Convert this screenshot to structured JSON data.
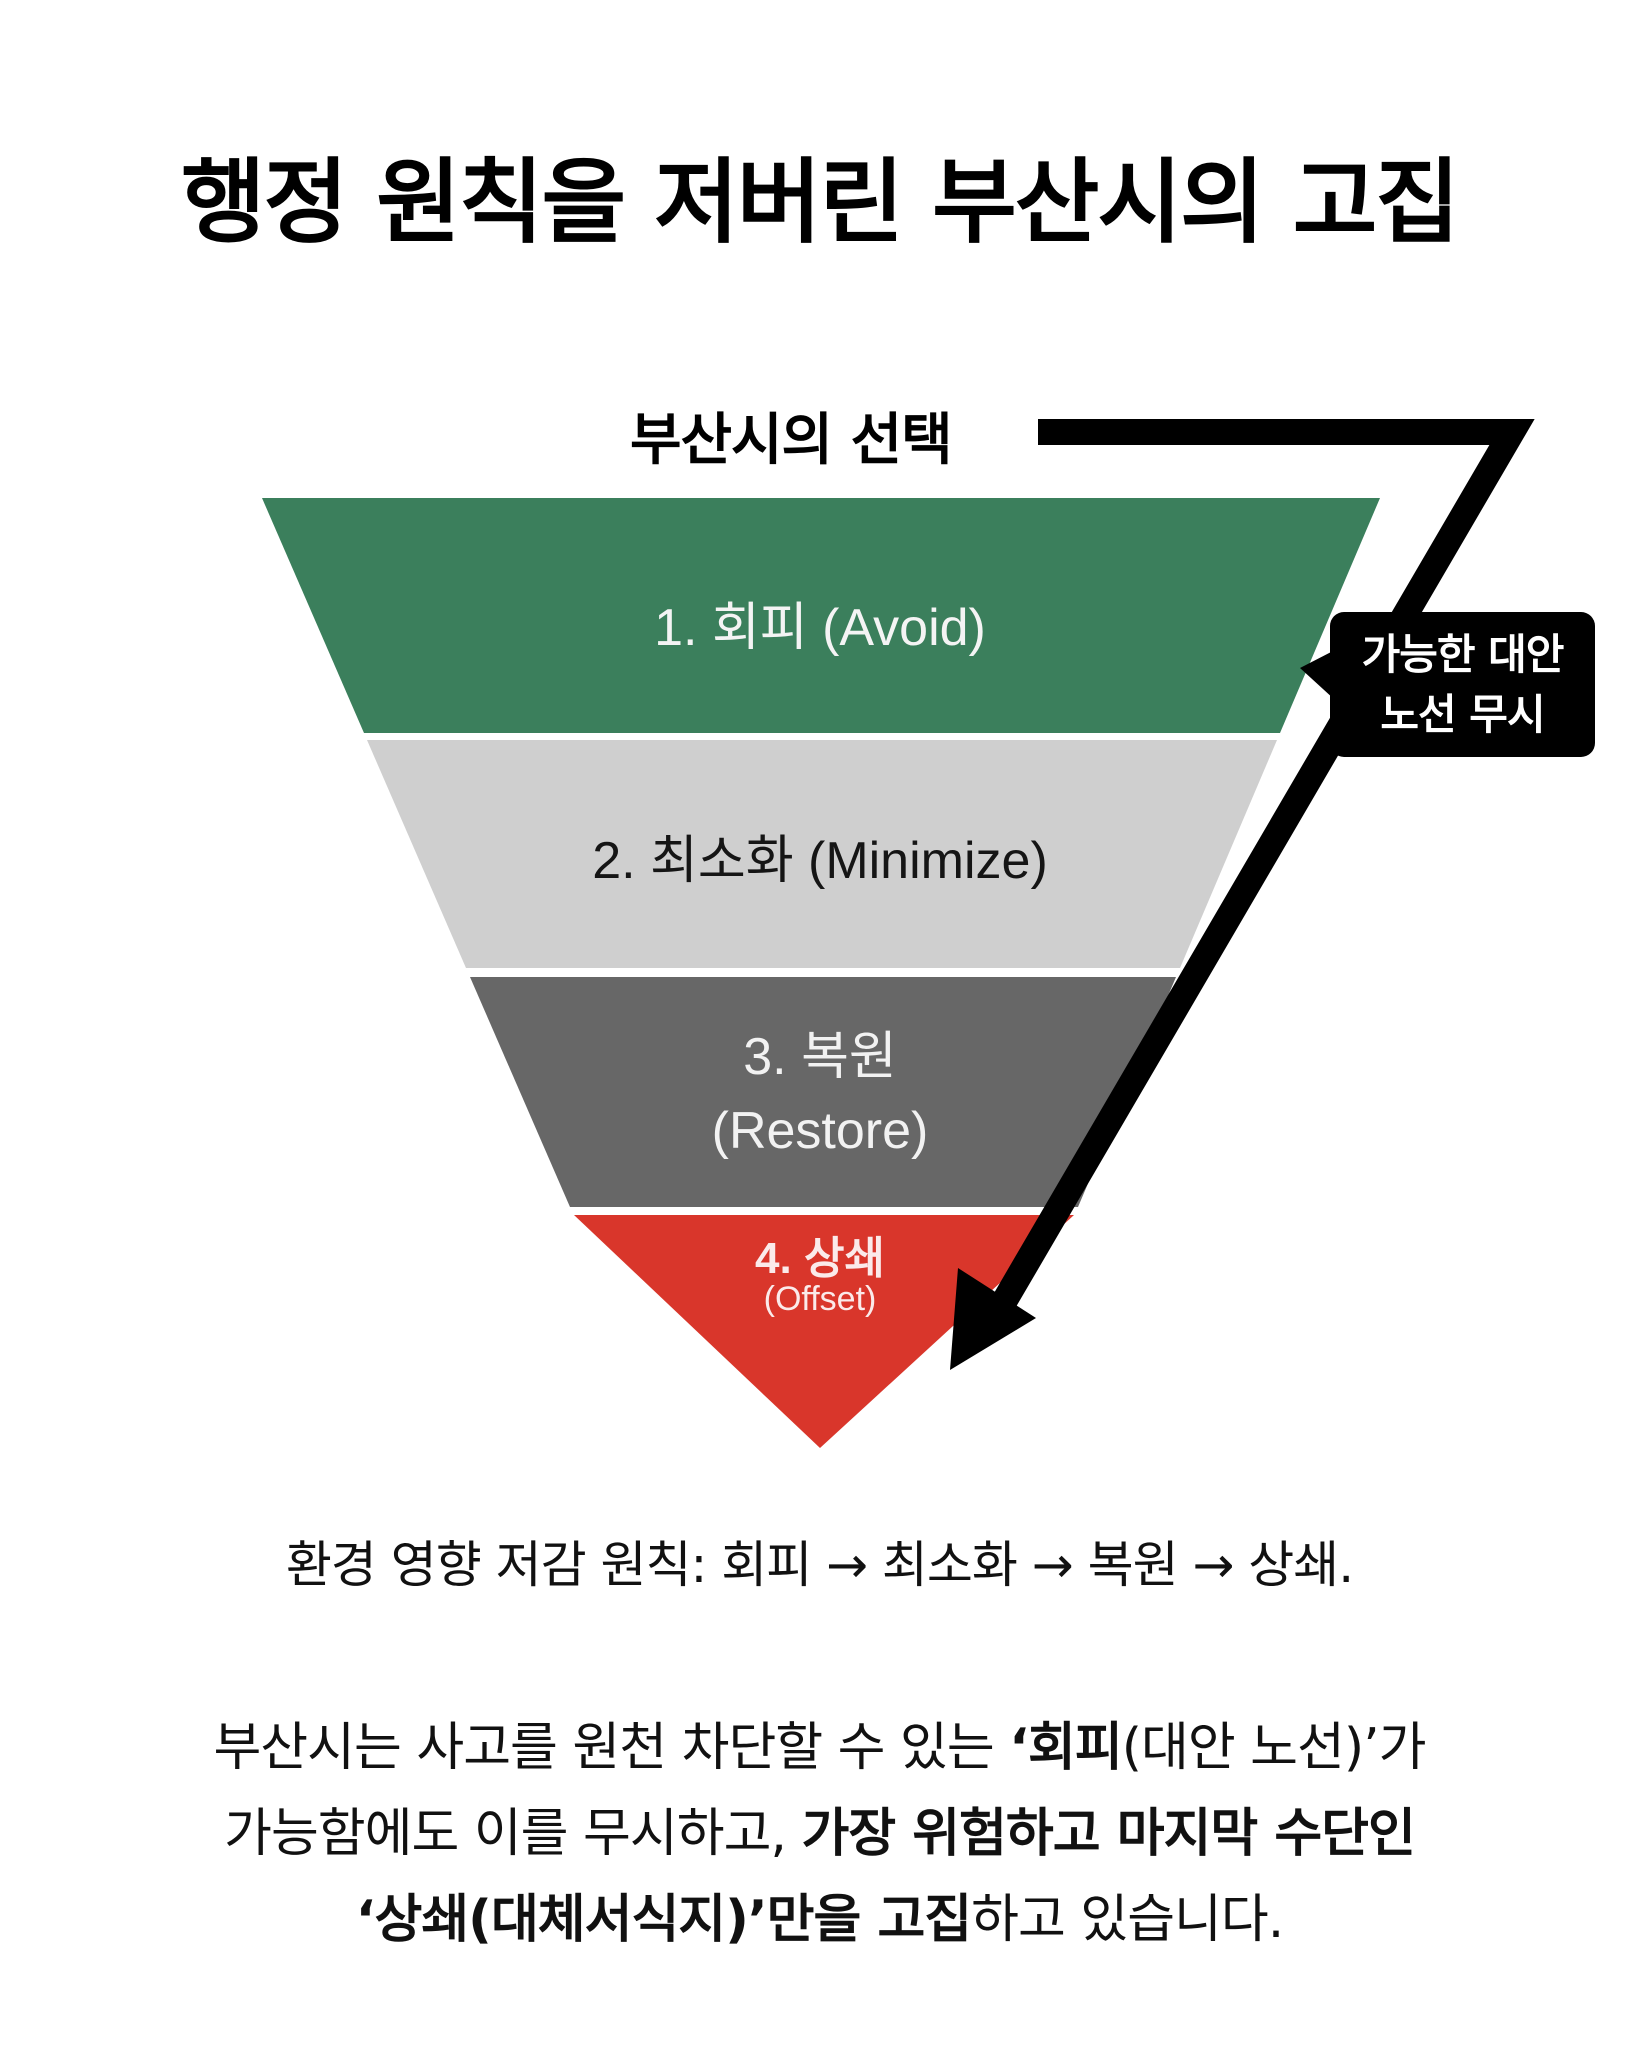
{
  "title": "행정 원칙을 저버린 부산시의 고집",
  "choice_label": "부산시의 선택",
  "callout": {
    "line1": "가능한 대안",
    "line2": "노선 무시"
  },
  "pyramid": {
    "bands": [
      {
        "label": "1. 회피 (Avoid)",
        "color": "#3b7f5c"
      },
      {
        "label": "2. 최소화 (Minimize)",
        "color": "#cfcfcf"
      },
      {
        "label_line1": "3. 복원",
        "label_line2": "(Restore)",
        "color": "#676767"
      },
      {
        "label_line1": "4. 상쇄",
        "label_line2": "(Offset)",
        "color": "#d9362b"
      }
    ]
  },
  "principle_text": "환경 영향 저감 원칙: 회피 → 최소화 → 복원 → 상쇄.",
  "summary": {
    "s1": "부산시는 사고를 원천 차단할 수 있는 ",
    "s2_bold": "‘회피",
    "s3": "(대안 노선)’가",
    "s4": "가능함에도 이를 무시하고, ",
    "s5_bold": "가장 위험하고 마지막 수단인",
    "s6_bold": "‘상쇄(대체서식지)’만을 고집",
    "s7": "하고 있습니다."
  },
  "colors": {
    "avoid": "#3b7f5c",
    "minimize": "#cfcfcf",
    "restore": "#676767",
    "offset": "#d9362b",
    "arrow": "#000000"
  }
}
